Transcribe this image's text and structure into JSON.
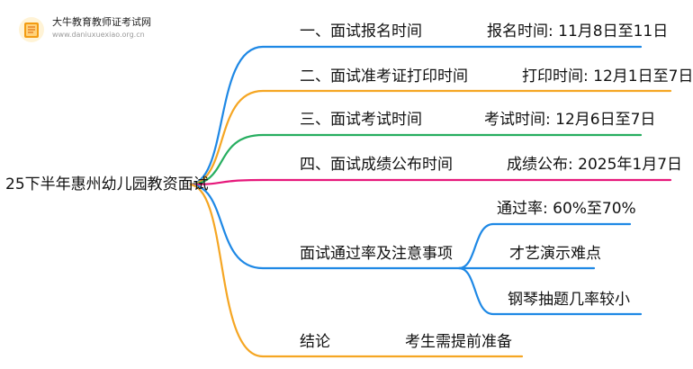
{
  "logo": {
    "title": "大牛教育教师证考试网",
    "url": "www.daniuxuexiao.org.cn"
  },
  "root": {
    "label": "25下半年惠州幼儿园教资面试"
  },
  "branches": [
    {
      "label": "一、面试报名时间",
      "detail": "报名时间: 11月8日至11日",
      "color": "#1e88e5"
    },
    {
      "label": "二、面试准考证打印时间",
      "detail": "打印时间: 12月1日至7日",
      "color": "#f5a623"
    },
    {
      "label": "三、面试考试时间",
      "detail": "考试时间: 12月6日至7日",
      "color": "#27ae60"
    },
    {
      "label": "四、面试成绩公布时间",
      "detail": "成绩公布: 2025年1月7日",
      "color": "#e6197b"
    },
    {
      "label": "面试通过率及注意事项",
      "color": "#1e88e5",
      "children": [
        "通过率: 60%至70%",
        "才艺演示难点",
        "钢琴抽题几率较小"
      ]
    },
    {
      "label": "结论",
      "detail": "考生需提前准备",
      "color": "#f5a623"
    }
  ]
}
